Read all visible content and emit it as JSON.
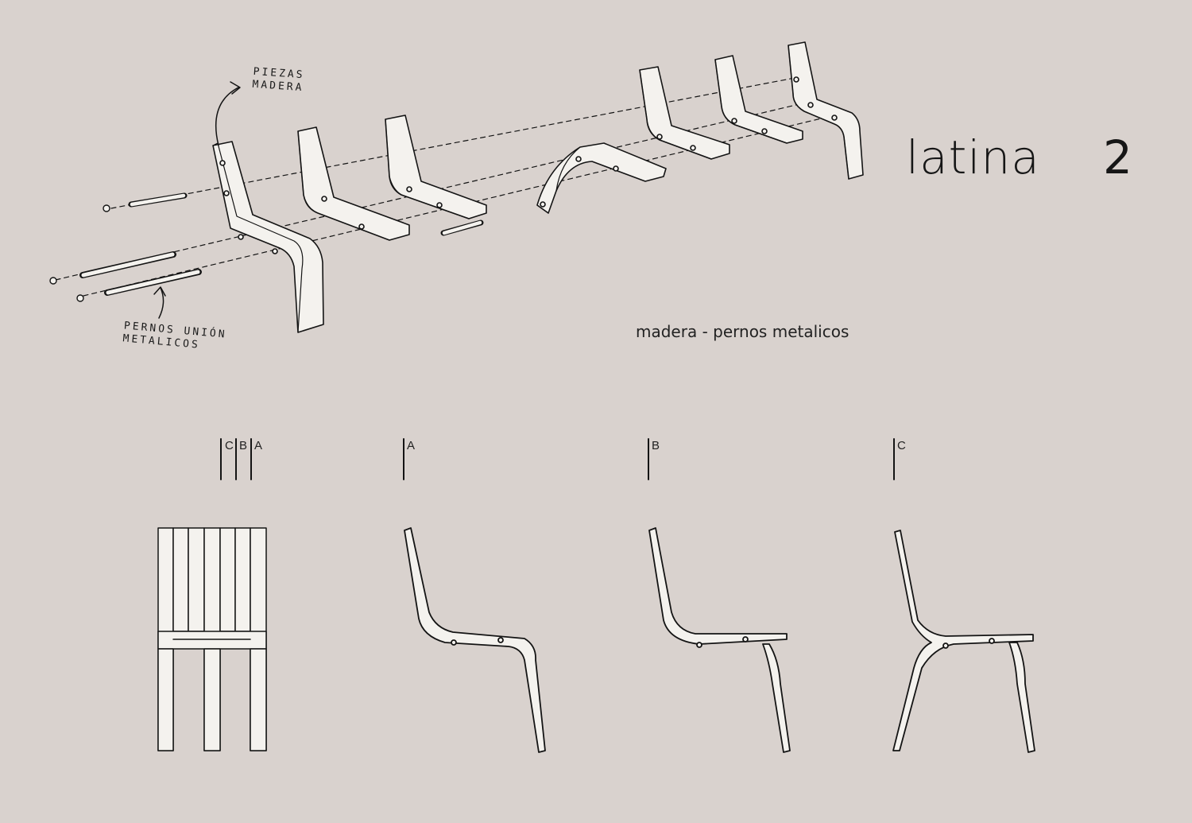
{
  "title": {
    "name": "latina",
    "number": "2"
  },
  "materials": "madera - pernos metalicos",
  "annotations": {
    "wood_parts": [
      "PIEZAS",
      "MADERA"
    ],
    "bolts": [
      "PERNOS UNIÓN",
      "METALICOS"
    ]
  },
  "section_views": {
    "front": {
      "labels": [
        "C",
        "B",
        "A"
      ]
    },
    "profile_a": {
      "label": "A"
    },
    "profile_b": {
      "label": "B"
    },
    "profile_c": {
      "label": "C"
    }
  },
  "colors": {
    "background": "#d9d2ce",
    "ink": "#141414",
    "wood": "#f4f2ee"
  }
}
